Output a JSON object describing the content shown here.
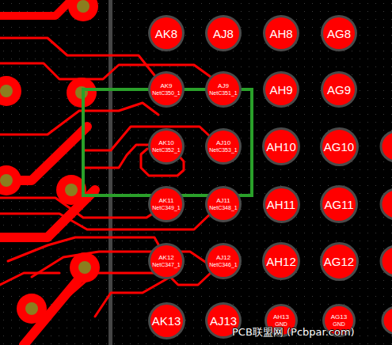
{
  "diagram": {
    "nodes": [
      {
        "text": [
          "AK8"
        ]
      },
      {
        "text": [
          "AJ8"
        ]
      },
      {
        "text": [
          "AH8"
        ]
      },
      {
        "text": [
          "AG8"
        ]
      },
      {
        "text": [
          "AK9",
          "NetC350_1"
        ]
      },
      {
        "text": [
          "AJ9",
          "NetC351_1"
        ]
      },
      {
        "text": [
          "AH9"
        ]
      },
      {
        "text": [
          "AG9"
        ]
      },
      {
        "text": [
          "AK10",
          "NetC352_1"
        ]
      },
      {
        "text": [
          "AJ10",
          "NetC353_1"
        ]
      },
      {
        "text": [
          "AH10"
        ]
      },
      {
        "text": [
          "AG10"
        ]
      },
      {
        "text": [
          "AK11",
          "NetC349_1"
        ]
      },
      {
        "text": [
          "AJ11",
          "NetC348_1"
        ]
      },
      {
        "text": [
          "AH11"
        ]
      },
      {
        "text": [
          "AG11"
        ]
      },
      {
        "text": [
          "AK12",
          "NetC347_1"
        ]
      },
      {
        "text": [
          "AJ12",
          "NetC346_1"
        ]
      },
      {
        "text": [
          "AH12"
        ]
      },
      {
        "text": [
          "AG12"
        ]
      },
      {
        "text": [
          "AK13"
        ]
      },
      {
        "text": [
          "AJ13"
        ]
      },
      {
        "text": [
          "AH13",
          "GND"
        ]
      },
      {
        "text": [
          "AG13",
          "GND"
        ]
      }
    ],
    "labels": [
      "PCB联盟网 (Pcbpar.com)"
    ]
  }
}
